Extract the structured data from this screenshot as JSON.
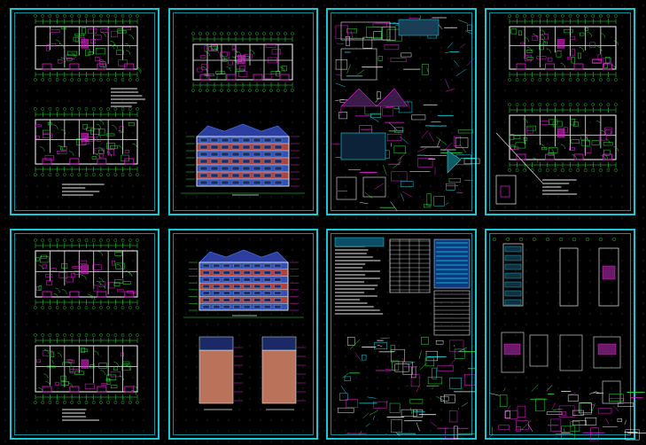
{
  "colors": {
    "background": "#000000",
    "frame": "#18c7d4",
    "line_green": "#27e63a",
    "line_magenta": "#e61fd6",
    "line_white": "#e8e8e8",
    "line_cyan": "#19d7e6",
    "line_yellow": "#e6e020",
    "facade_red": "#c8504a",
    "facade_blue": "#3a5fd6",
    "facade_tan": "#b8735a"
  },
  "sheets": [
    {
      "name": "floor-plan-sheet-1",
      "kind": "plans"
    },
    {
      "name": "elevation-sheet-1",
      "kind": "plan-elevation"
    },
    {
      "name": "detail-sheet-1",
      "kind": "details"
    },
    {
      "name": "floor-plan-sheet-2",
      "kind": "plans"
    },
    {
      "name": "floor-plan-sheet-3",
      "kind": "plans"
    },
    {
      "name": "elevation-sheet-2",
      "kind": "elevations"
    },
    {
      "name": "schedule-sheet",
      "kind": "schedule"
    },
    {
      "name": "section-sheet",
      "kind": "sections"
    }
  ]
}
